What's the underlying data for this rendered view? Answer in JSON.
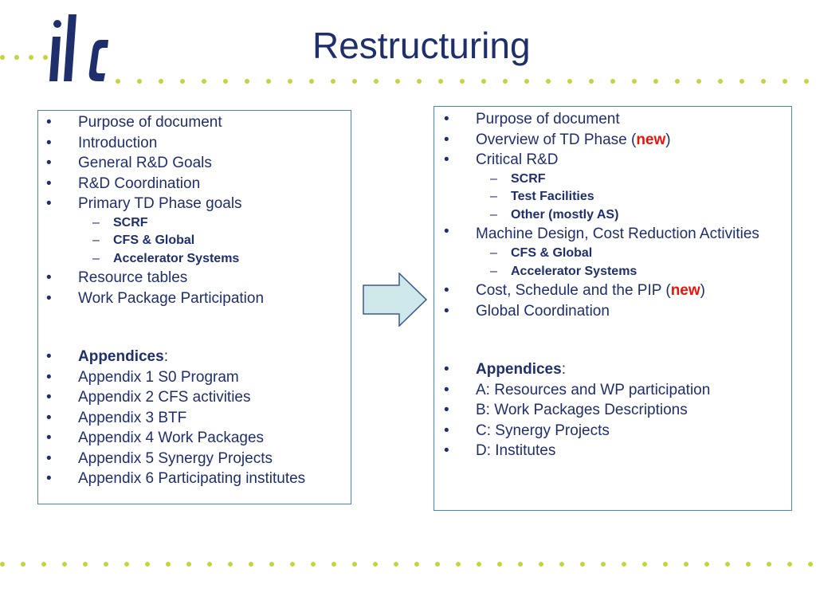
{
  "title": "Restructuring",
  "logo_text": "ilc",
  "left_list": {
    "items": [
      {
        "type": "item",
        "text": "Purpose of document"
      },
      {
        "type": "item",
        "text": "Introduction"
      },
      {
        "type": "item",
        "text": "General R&D Goals"
      },
      {
        "type": "item",
        "text": "R&D Coordination"
      },
      {
        "type": "item",
        "text": "Primary TD Phase goals"
      },
      {
        "type": "sub",
        "text": "SCRF"
      },
      {
        "type": "sub",
        "text": "CFS & Global"
      },
      {
        "type": "sub",
        "text": "Accelerator Systems"
      },
      {
        "type": "item",
        "text": "Resource tables"
      },
      {
        "type": "item",
        "text": "Work Package Participation"
      },
      {
        "type": "gap"
      },
      {
        "type": "item",
        "text": "Appendices",
        "bold": true,
        "suffix": ":"
      },
      {
        "type": "item",
        "text": "Appendix 1 S0 Program"
      },
      {
        "type": "item",
        "text": "Appendix 2 CFS activities"
      },
      {
        "type": "item",
        "text": "Appendix 3 BTF"
      },
      {
        "type": "item",
        "text": "Appendix 4 Work Packages"
      },
      {
        "type": "item",
        "text": "Appendix 5 Synergy Projects"
      },
      {
        "type": "item",
        "text": "Appendix 6 Participating institutes"
      }
    ]
  },
  "right_list": {
    "items": [
      {
        "type": "item",
        "text": "Purpose of document"
      },
      {
        "type": "item",
        "text": "Overview of TD Phase (",
        "highlight": "new",
        "suffix": ")"
      },
      {
        "type": "item",
        "text": "Critical R&D"
      },
      {
        "type": "sub",
        "text": "SCRF"
      },
      {
        "type": "sub",
        "text": "Test Facilities"
      },
      {
        "type": "sub",
        "text": "Other (mostly AS)"
      },
      {
        "type": "item",
        "text": "Machine Design, Cost Reduction Activities",
        "multi": true
      },
      {
        "type": "sub",
        "text": "CFS & Global"
      },
      {
        "type": "sub",
        "text": "Accelerator Systems"
      },
      {
        "type": "item",
        "text": "Cost, Schedule and the PIP (",
        "highlight": "new",
        "suffix": ")"
      },
      {
        "type": "item",
        "text": "Global Coordination"
      },
      {
        "type": "gap"
      },
      {
        "type": "item",
        "text": "Appendices",
        "bold": true,
        "suffix": ":"
      },
      {
        "type": "item",
        "text": "A: Resources and WP participation"
      },
      {
        "type": "item",
        "text": "B: Work Packages Descriptions"
      },
      {
        "type": "item",
        "text": "C: Synergy Projects"
      },
      {
        "type": "item",
        "text": "D: Institutes"
      }
    ]
  },
  "bullet_char": "•",
  "dash_char": "–",
  "colors": {
    "text": "#1f2f6b",
    "accent_red": "#e8140c",
    "dots": "#c6d33b",
    "box_border": "#4a86b8",
    "arrow_fill": "#cfe9ea"
  }
}
